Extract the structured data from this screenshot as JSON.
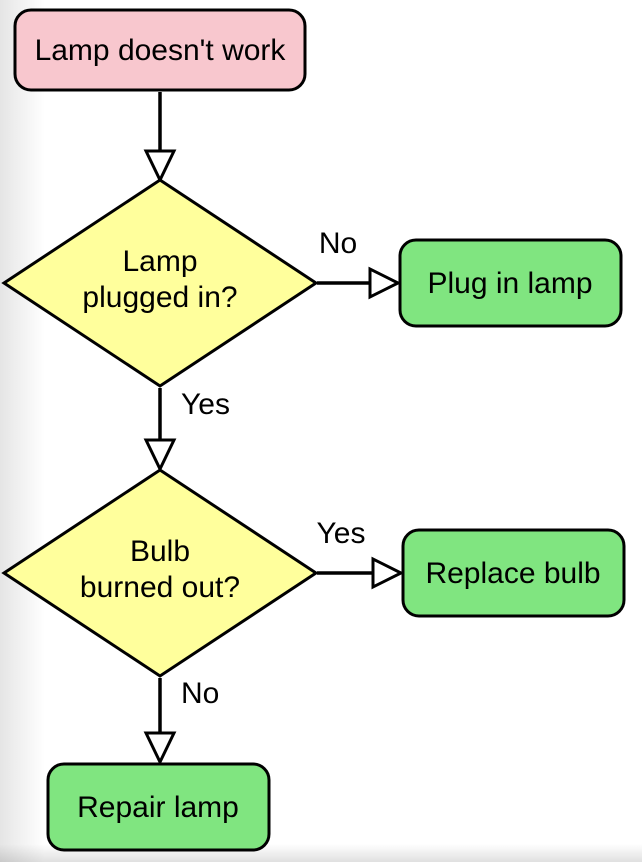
{
  "diagram": {
    "nodes": {
      "start": {
        "label": "Lamp doesn't work"
      },
      "decision1": {
        "line1": "Lamp",
        "line2": "plugged in?"
      },
      "action1": {
        "label": "Plug in lamp"
      },
      "decision2": {
        "line1": "Bulb",
        "line2": "burned out?"
      },
      "action2": {
        "label": "Replace bulb"
      },
      "action3": {
        "label": "Repair lamp"
      }
    },
    "edges": {
      "decision1_no": "No",
      "decision1_yes": "Yes",
      "decision2_yes": "Yes",
      "decision2_no": "No"
    },
    "colors": {
      "start_fill": "#F8C7CE",
      "decision_fill": "#FFFF9C",
      "action_fill": "#80E580",
      "stroke": "#000000"
    }
  }
}
